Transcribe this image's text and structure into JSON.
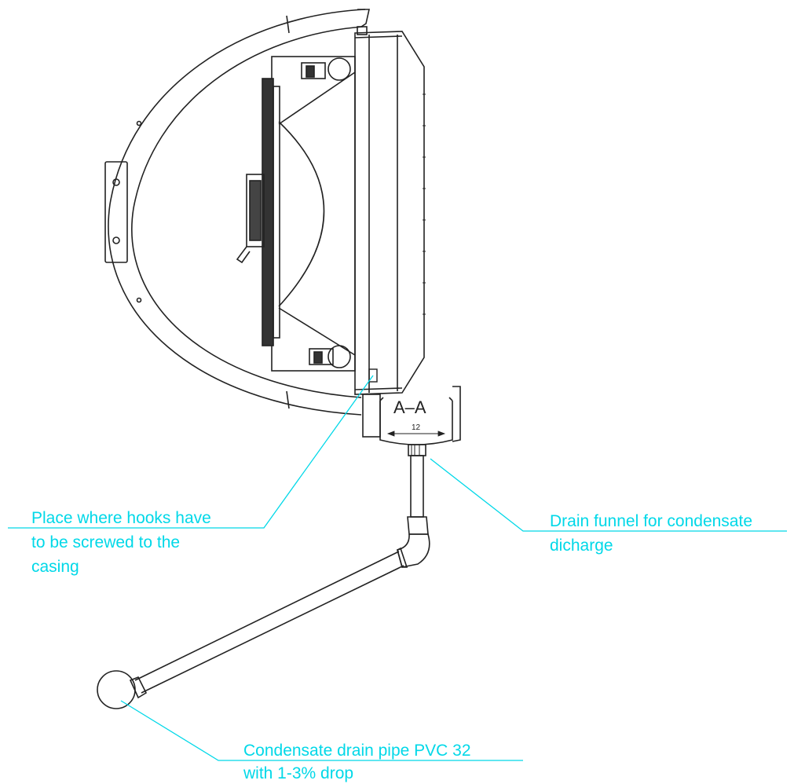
{
  "colors": {
    "line": "#222222",
    "callout": "#00d8e8",
    "background": "#ffffff"
  },
  "section_label": "A–A",
  "dimension_label": "12",
  "callouts": {
    "hooks": {
      "line1": "Place where hooks have",
      "line2": "to be screwed to the",
      "line3": "casing"
    },
    "funnel": {
      "line1": "Drain funnel for condensate",
      "line2": "dicharge"
    },
    "pipe": {
      "line1": "Condensate drain pipe PVC 32",
      "line2": "with 1-3% drop"
    }
  }
}
